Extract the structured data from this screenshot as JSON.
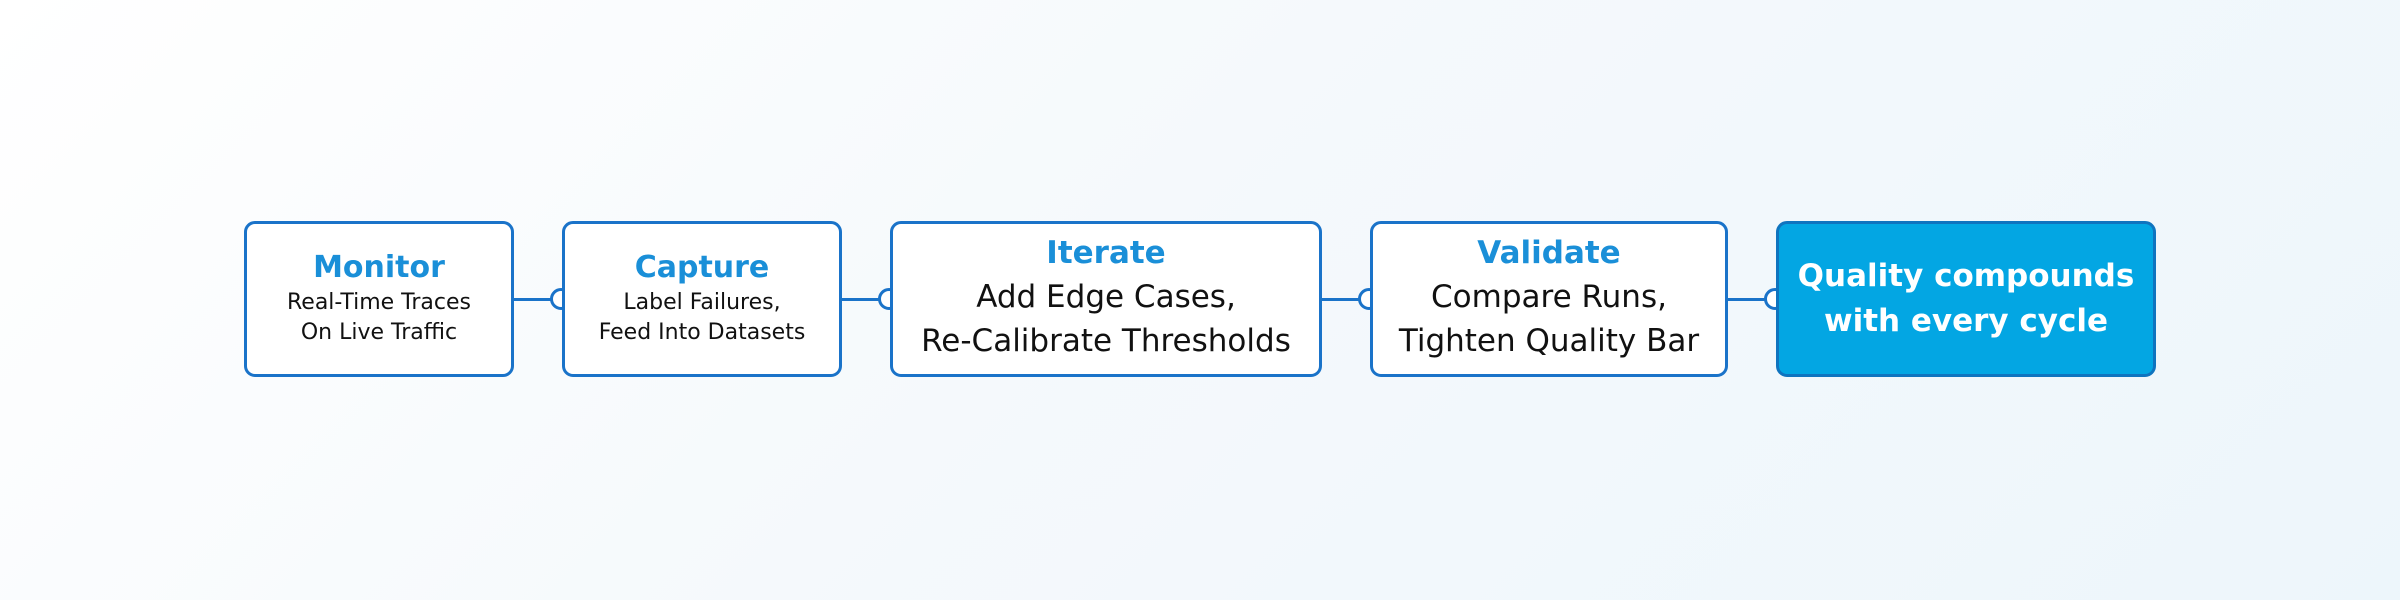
{
  "steps": [
    {
      "title": "Monitor",
      "desc_line1": "Real-Time Traces",
      "desc_line2": "On Live Traffic"
    },
    {
      "title": "Capture",
      "desc_line1": "Label Failures,",
      "desc_line2": "Feed Into Datasets"
    },
    {
      "title": "Iterate",
      "desc_line1": "Add Edge Cases,",
      "desc_line2": "Re-Calibrate Thresholds"
    },
    {
      "title": "Validate",
      "desc_line1": "Compare Runs,",
      "desc_line2": "Tighten Quality Bar"
    }
  ],
  "result": {
    "line1": "Quality compounds",
    "line2": "with every cycle"
  },
  "colors": {
    "accent": "#1a8fd8",
    "border": "#1a73c9",
    "result_fill": "#03a6e3",
    "text": "#111111"
  }
}
